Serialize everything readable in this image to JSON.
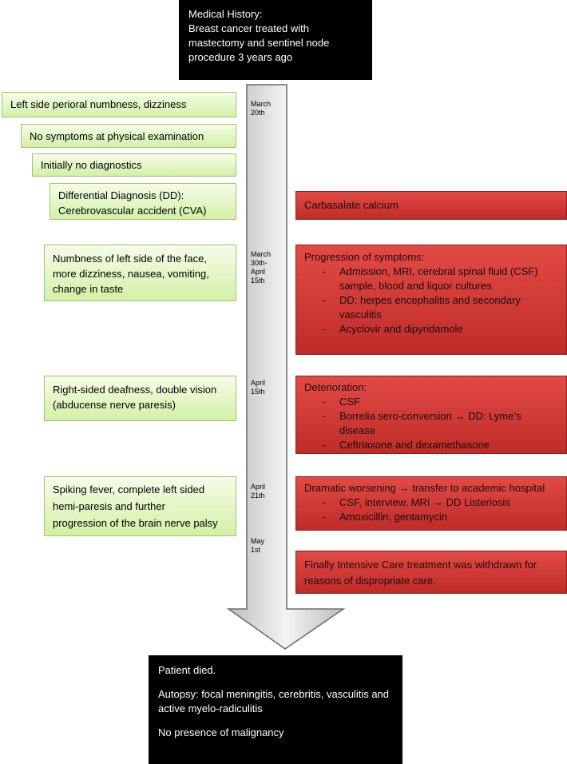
{
  "top_box": {
    "lines": [
      "Medical History:",
      "Breast cancer treated with",
      "mastectomy and sentinel node",
      "procedure 3 years ago"
    ]
  },
  "dates": [
    {
      "lines": [
        "March",
        "20th"
      ]
    },
    {
      "lines": [
        "March",
        "30th-",
        "April",
        "15th"
      ]
    },
    {
      "lines": [
        "April",
        "15th"
      ]
    },
    {
      "lines": [
        "April",
        "21th"
      ]
    },
    {
      "lines": [
        "May",
        "1st"
      ]
    }
  ],
  "symptoms": [
    {
      "lines": [
        "Left side perioral numbness, dizziness"
      ]
    },
    {
      "lines": [
        "No symptoms at physical examination"
      ]
    },
    {
      "lines": [
        "Initially no diagnostics"
      ]
    },
    {
      "lines": [
        "Differential Diagnosis (DD):",
        "Cerebrovascular accident (CVA)"
      ]
    },
    {
      "lines": [
        "Numbness of left side of the face,",
        "more dizziness, nausea, vomiting,",
        "change in taste"
      ]
    },
    {
      "lines": [
        "Right-sided deafness, double vision",
        "(abducense nerve paresis)"
      ]
    },
    {
      "lines": [
        "Spiking fever, complete left sided",
        "hemi-paresis and further",
        "progression of the brain nerve palsy"
      ]
    }
  ],
  "treatments": [
    {
      "heading": "Carbasalate calcium",
      "items": []
    },
    {
      "heading": "Progression of symptoms:",
      "items": [
        "Admission, MRI, cerebral spinal fluid (CSF) sample, blood and liquor cultures",
        "DD: herpes encephalitis and secondary vasculitis",
        "Acyclovir and dipyridamole"
      ]
    },
    {
      "heading": "Deterioration:",
      "items": [
        "CSF",
        "Borrelia sero-conversion → DD: Lyme’s disease",
        "Ceftriaxone and dexamethasone"
      ]
    },
    {
      "heading": "Dramatic worsening → transfer to academic hospital",
      "items": [
        "CSF, interview, MRI → DD Listeriosis",
        "Amoxicillin, gentamycin"
      ]
    },
    {
      "heading": "Finally Intensive Care treatment was withdrawn for reasons of dispropriate care.",
      "items": []
    }
  ],
  "bottom_box": {
    "lines": [
      "Patient died.",
      "Autopsy: focal meningitis, cerebritis, vasculitis and active myelo-radiculitis",
      "No presence of malignancy"
    ]
  }
}
